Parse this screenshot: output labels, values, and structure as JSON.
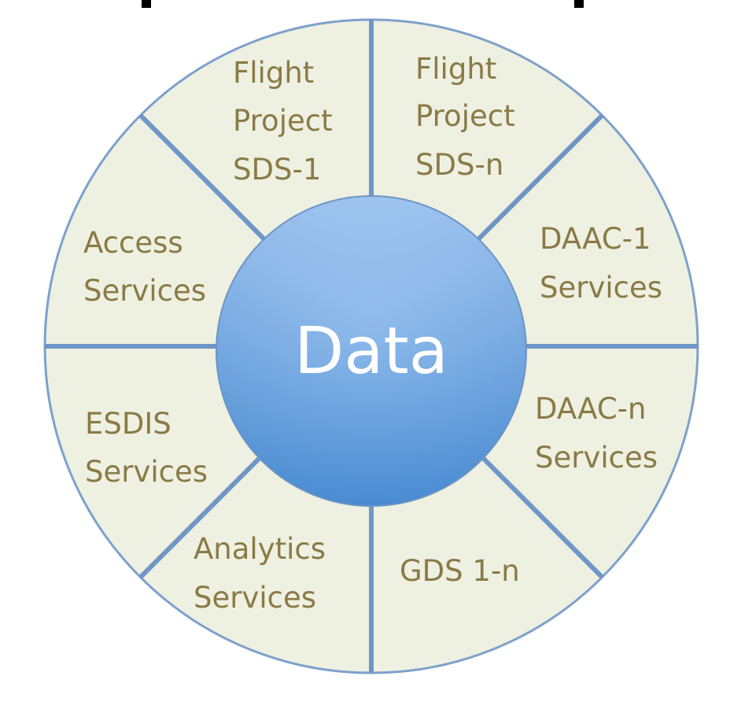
{
  "diagram": {
    "center_label": "Data",
    "segments": [
      {
        "id": "flight-project-sds-1",
        "lines": [
          "Flight",
          "Project",
          "SDS-1"
        ]
      },
      {
        "id": "flight-project-sds-n",
        "lines": [
          "Flight",
          "Project",
          "SDS-n"
        ]
      },
      {
        "id": "daac-1-services",
        "lines": [
          "DAAC-1",
          "Services"
        ]
      },
      {
        "id": "daac-n-services",
        "lines": [
          "DAAC-n",
          "Services"
        ]
      },
      {
        "id": "gds-1-n",
        "lines": [
          "GDS 1-n"
        ]
      },
      {
        "id": "analytics-services",
        "lines": [
          "Analytics",
          "Services"
        ]
      },
      {
        "id": "esdis-services",
        "lines": [
          "ESDIS",
          "Services"
        ]
      },
      {
        "id": "access-services",
        "lines": [
          "Access",
          "Services"
        ]
      }
    ],
    "colors": {
      "segment_fill": "#eef0e1",
      "divider": "#6f96c6",
      "outer_border": "#7ea1cc",
      "segment_text": "#8a7a45",
      "center_top": "#a8cbf5",
      "center_bottom": "#4c8fd6",
      "center_text": "#ffffff"
    }
  }
}
